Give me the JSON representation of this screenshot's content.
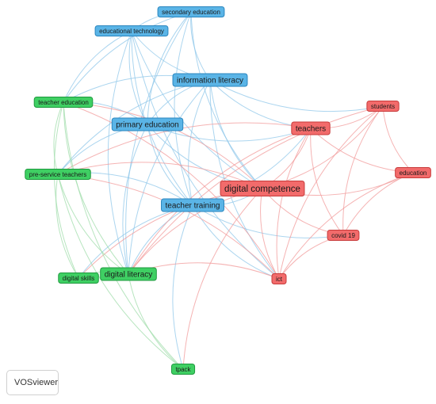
{
  "colors": {
    "blue_fill": "#5ab4e6",
    "blue_stroke": "#2a86bf",
    "blue_link": "#8fc7ea",
    "red_fill": "#f26b6b",
    "red_stroke": "#c83b3b",
    "red_link": "#f29a9a",
    "green_fill": "#3fcf63",
    "green_stroke": "#1e9a3e",
    "green_link": "#9fdca9"
  },
  "nodes": [
    {
      "id": "secondary-education",
      "label": "secondary education",
      "cluster": "blue",
      "size": "s"
    },
    {
      "id": "educational-technology",
      "label": "educational technology",
      "cluster": "blue",
      "size": "s"
    },
    {
      "id": "information-literacy",
      "label": "information literacy",
      "cluster": "blue",
      "size": "m"
    },
    {
      "id": "primary-education",
      "label": "primary education",
      "cluster": "blue",
      "size": "m"
    },
    {
      "id": "teacher-training",
      "label": "teacher training",
      "cluster": "blue",
      "size": "m"
    },
    {
      "id": "students",
      "label": "students",
      "cluster": "red",
      "size": "s"
    },
    {
      "id": "teachers",
      "label": "teachers",
      "cluster": "red",
      "size": "m"
    },
    {
      "id": "education",
      "label": "education",
      "cluster": "red",
      "size": "s"
    },
    {
      "id": "digital-competence",
      "label": "digital competence",
      "cluster": "red",
      "size": "l"
    },
    {
      "id": "covid-19",
      "label": "covid 19",
      "cluster": "red",
      "size": "s"
    },
    {
      "id": "ict",
      "label": "ict",
      "cluster": "red",
      "size": "s"
    },
    {
      "id": "teacher-education",
      "label": "teacher education",
      "cluster": "green",
      "size": "s"
    },
    {
      "id": "pre-service-teachers",
      "label": "pre-service teachers",
      "cluster": "green",
      "size": "s"
    },
    {
      "id": "digital-skills",
      "label": "digital skills",
      "cluster": "green",
      "size": "s"
    },
    {
      "id": "digital-literacy",
      "label": "digital literacy",
      "cluster": "green",
      "size": "m"
    },
    {
      "id": "tpack",
      "label": "tpack",
      "cluster": "green",
      "size": "s"
    }
  ],
  "links": [
    [
      "secondary-education",
      "information-literacy"
    ],
    [
      "secondary-education",
      "primary-education"
    ],
    [
      "secondary-education",
      "teacher-training"
    ],
    [
      "secondary-education",
      "digital-competence"
    ],
    [
      "secondary-education",
      "digital-literacy"
    ],
    [
      "secondary-education",
      "teacher-education"
    ],
    [
      "secondary-education",
      "educational-technology"
    ],
    [
      "educational-technology",
      "information-literacy"
    ],
    [
      "educational-technology",
      "teacher-training"
    ],
    [
      "educational-technology",
      "digital-competence"
    ],
    [
      "educational-technology",
      "teacher-education"
    ],
    [
      "educational-technology",
      "digital-literacy"
    ],
    [
      "educational-technology",
      "primary-education"
    ],
    [
      "educational-technology",
      "ict"
    ],
    [
      "information-literacy",
      "primary-education"
    ],
    [
      "information-literacy",
      "teacher-training"
    ],
    [
      "information-literacy",
      "digital-competence"
    ],
    [
      "information-literacy",
      "teachers"
    ],
    [
      "information-literacy",
      "students"
    ],
    [
      "information-literacy",
      "digital-literacy"
    ],
    [
      "information-literacy",
      "teacher-education"
    ],
    [
      "information-literacy",
      "pre-service-teachers"
    ],
    [
      "information-literacy",
      "ict"
    ],
    [
      "primary-education",
      "teacher-training"
    ],
    [
      "primary-education",
      "digital-competence"
    ],
    [
      "primary-education",
      "teachers"
    ],
    [
      "primary-education",
      "digital-literacy"
    ],
    [
      "primary-education",
      "pre-service-teachers"
    ],
    [
      "primary-education",
      "teacher-education"
    ],
    [
      "teacher-training",
      "digital-competence"
    ],
    [
      "teacher-training",
      "teachers"
    ],
    [
      "teacher-training",
      "ict"
    ],
    [
      "teacher-training",
      "digital-literacy"
    ],
    [
      "teacher-training",
      "pre-service-teachers"
    ],
    [
      "teacher-training",
      "tpack"
    ],
    [
      "teacher-training",
      "digital-skills"
    ],
    [
      "teacher-training",
      "covid-19"
    ],
    [
      "digital-competence",
      "teachers"
    ],
    [
      "digital-competence",
      "students"
    ],
    [
      "digital-competence",
      "education"
    ],
    [
      "digital-competence",
      "covid-19"
    ],
    [
      "digital-competence",
      "ict"
    ],
    [
      "digital-competence",
      "digital-literacy"
    ],
    [
      "digital-competence",
      "pre-service-teachers"
    ],
    [
      "digital-competence",
      "teacher-education"
    ],
    [
      "digital-competence",
      "digital-skills"
    ],
    [
      "digital-competence",
      "tpack"
    ],
    [
      "teachers",
      "students"
    ],
    [
      "teachers",
      "education"
    ],
    [
      "teachers",
      "covid-19"
    ],
    [
      "teachers",
      "ict"
    ],
    [
      "teachers",
      "pre-service-teachers"
    ],
    [
      "teachers",
      "digital-literacy"
    ],
    [
      "students",
      "education"
    ],
    [
      "students",
      "covid-19"
    ],
    [
      "students",
      "ict"
    ],
    [
      "students",
      "digital-literacy"
    ],
    [
      "education",
      "ict"
    ],
    [
      "education",
      "covid-19"
    ],
    [
      "covid-19",
      "ict"
    ],
    [
      "ict",
      "digital-literacy"
    ],
    [
      "ict",
      "teacher-education"
    ],
    [
      "ict",
      "pre-service-teachers"
    ],
    [
      "teacher-education",
      "pre-service-teachers"
    ],
    [
      "teacher-education",
      "digital-literacy"
    ],
    [
      "teacher-education",
      "digital-skills"
    ],
    [
      "teacher-education",
      "tpack"
    ],
    [
      "pre-service-teachers",
      "digital-literacy"
    ],
    [
      "pre-service-teachers",
      "digital-skills"
    ],
    [
      "pre-service-teachers",
      "tpack"
    ],
    [
      "digital-literacy",
      "digital-skills"
    ],
    [
      "digital-literacy",
      "tpack"
    ]
  ],
  "logo": {
    "text": "VOSviewer",
    "icon": "vosviewer-logo-icon"
  }
}
